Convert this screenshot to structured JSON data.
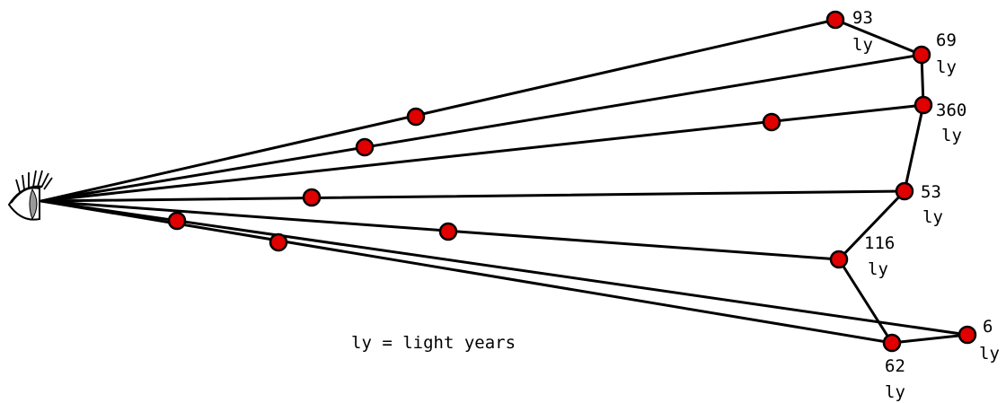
{
  "legend": "ly = light years",
  "stars": [
    {
      "id": "a",
      "distance": "93",
      "unit": "ly"
    },
    {
      "id": "b",
      "distance": "69",
      "unit": "ly"
    },
    {
      "id": "c",
      "distance": "360",
      "unit": "ly"
    },
    {
      "id": "d",
      "distance": "53",
      "unit": "ly"
    },
    {
      "id": "e",
      "distance": "116",
      "unit": "ly"
    },
    {
      "id": "f",
      "distance": "62",
      "unit": "ly"
    },
    {
      "id": "g",
      "distance": "6",
      "unit": "ly"
    }
  ],
  "colors": {
    "star": "#e00000",
    "line": "#000000"
  }
}
